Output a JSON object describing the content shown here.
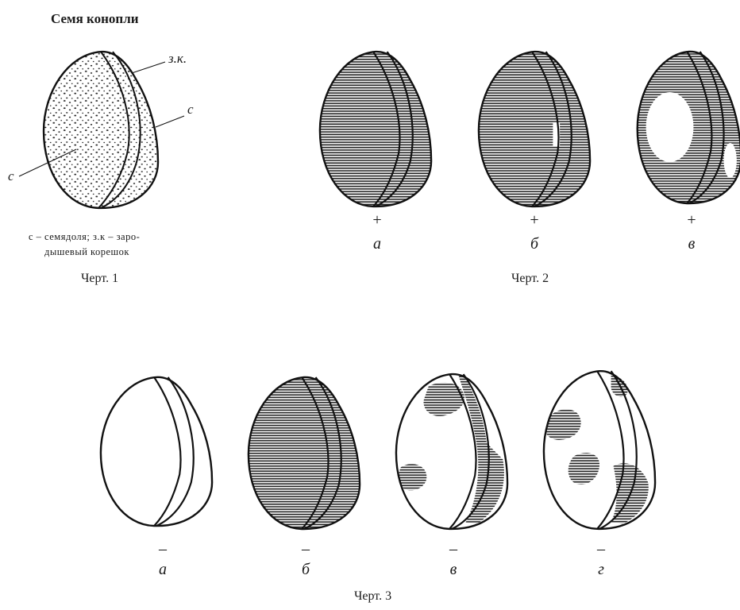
{
  "title": "Семя конопли",
  "fig1": {
    "label_zk": "з.к.",
    "label_c_right": "с",
    "label_c_left": "с",
    "legend_line1": "с – семядоля; з.к – заро-",
    "legend_line2": "дышевый корешок",
    "caption": "Черт. 1"
  },
  "fig2": {
    "caption": "Черт. 2",
    "items": [
      {
        "sign": "+",
        "letter": "а"
      },
      {
        "sign": "+",
        "letter": "б"
      },
      {
        "sign": "+",
        "letter": "в"
      }
    ]
  },
  "fig3": {
    "caption": "Черт. 3",
    "items": [
      {
        "sign": "–",
        "letter": "а"
      },
      {
        "sign": "–",
        "letter": "б"
      },
      {
        "sign": "–",
        "letter": "в"
      },
      {
        "sign": "–",
        "letter": "г"
      }
    ]
  }
}
